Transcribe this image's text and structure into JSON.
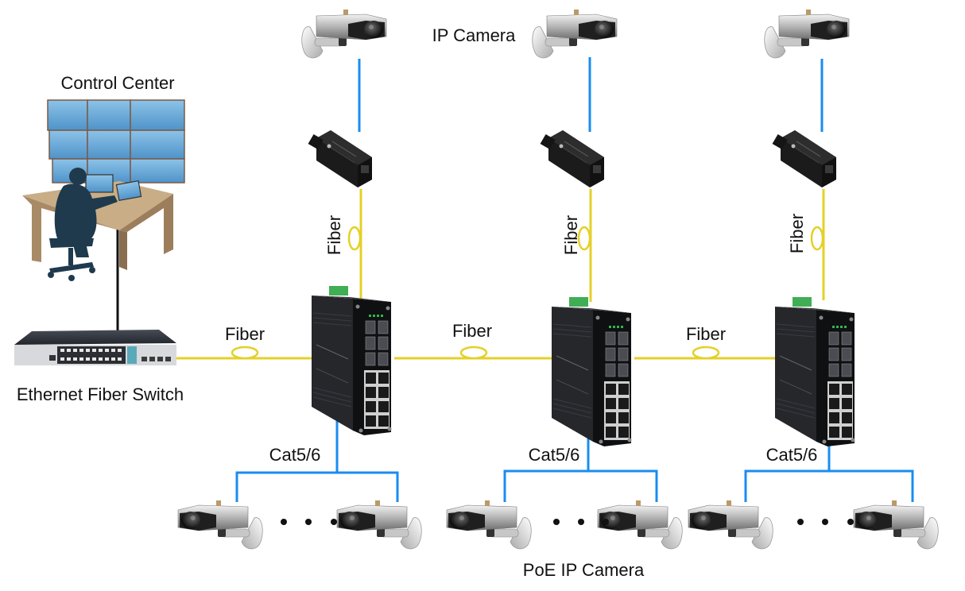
{
  "title": "Industrial Ethernet Fiber Network Topology",
  "colors": {
    "fiber": "#e4d028",
    "copper": "#1a8cf0",
    "uplink": "#111111"
  },
  "labels": {
    "control_center": "Control Center",
    "ethernet_fiber_switch": "Ethernet Fiber Switch",
    "ip_camera": "IP Camera",
    "poe_ip_camera": "PoE IP Camera",
    "fiber": "Fiber",
    "cat": "Cat5/6",
    "ellipsis": "• • •"
  },
  "nodes": {
    "control_center": {
      "label": "Control Center",
      "type": "monitoring-room"
    },
    "core_switch": {
      "label": "Ethernet Fiber Switch",
      "type": "rack-switch"
    },
    "branches": [
      {
        "id": "branch-1",
        "ip_camera": "IP Camera",
        "media_converter": "media-converter",
        "industrial_switch": "industrial-poe-switch",
        "uplink_label": "Fiber",
        "downlink_label": "Fiber",
        "cable_label": "Cat5/6",
        "poe_cameras": 2
      },
      {
        "id": "branch-2",
        "ip_camera": "IP Camera",
        "media_converter": "media-converter",
        "industrial_switch": "industrial-poe-switch",
        "uplink_label": "Fiber",
        "downlink_label": "Fiber",
        "cable_label": "Cat5/6",
        "poe_cameras": 2
      },
      {
        "id": "branch-3",
        "ip_camera": "IP Camera",
        "media_converter": "media-converter",
        "industrial_switch": "industrial-poe-switch",
        "uplink_label": "Fiber",
        "downlink_label": "Fiber",
        "cable_label": "Cat5/6",
        "poe_cameras": 2
      }
    ]
  },
  "links": [
    {
      "from": "control_center",
      "to": "core_switch",
      "kind": "uplink"
    },
    {
      "from": "core_switch",
      "to": "branch-1",
      "kind": "fiber",
      "label": "Fiber"
    },
    {
      "from": "branch-1",
      "to": "branch-2",
      "kind": "fiber",
      "label": "Fiber"
    },
    {
      "from": "branch-2",
      "to": "branch-3",
      "kind": "fiber",
      "label": "Fiber"
    }
  ]
}
